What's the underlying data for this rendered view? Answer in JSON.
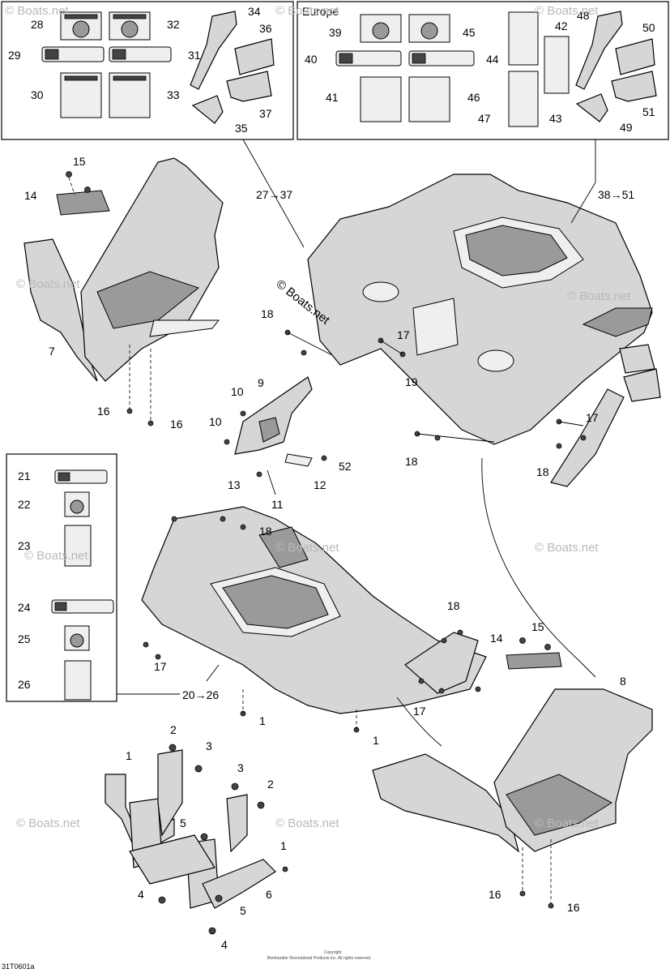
{
  "region_label": "Europe",
  "ranges": {
    "left_group": "27→37",
    "right_group": "38→51",
    "rear_group": "20→26"
  },
  "callouts": {
    "c1": "1",
    "c2": "2",
    "c3": "3",
    "c4": "4",
    "c5": "5",
    "c6": "6",
    "c7": "7",
    "c8": "8",
    "c9": "9",
    "c10": "10",
    "c11": "11",
    "c12": "12",
    "c13": "13",
    "c14": "14",
    "c15": "15",
    "c16": "16",
    "c17": "17",
    "c18": "18",
    "c19": "19",
    "c21": "21",
    "c22": "22",
    "c23": "23",
    "c24": "24",
    "c25": "25",
    "c26": "26",
    "c28": "28",
    "c29": "29",
    "c30": "30",
    "c31": "31",
    "c32": "32",
    "c33": "33",
    "c34": "34",
    "c35": "35",
    "c36": "36",
    "c37": "37",
    "c39": "39",
    "c40": "40",
    "c41": "41",
    "c42": "42",
    "c43": "43",
    "c44": "44",
    "c45": "45",
    "c46": "46",
    "c47": "47",
    "c48": "48",
    "c49": "49",
    "c50": "50",
    "c51": "51",
    "c52": "52"
  },
  "watermark": "© Boats.net",
  "figure_code": "31T0601a",
  "copyright_line1": "Copyright",
  "copyright_line2": "Bombardier Recreational Products Inc. All rights reserved."
}
